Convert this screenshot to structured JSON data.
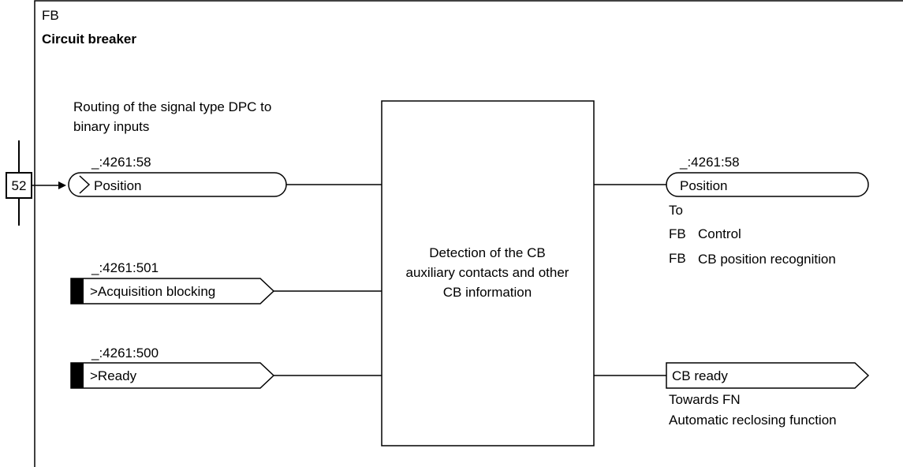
{
  "frame": {
    "kind": "FB",
    "title": "Circuit breaker"
  },
  "routing_note": {
    "line1": "Routing of the signal type DPC to",
    "line2": "binary inputs"
  },
  "device_number": "52",
  "inputs": {
    "position": {
      "address": "_:4261:58",
      "label": "Position"
    },
    "acquisition_blocking": {
      "address": "_:4261:501",
      "label": ">Acquisition blocking"
    },
    "ready": {
      "address": "_:4261:500",
      "label": ">Ready"
    }
  },
  "function_block": {
    "line1": "Detection of the CB",
    "line2": "auxiliary contacts and other",
    "line3": "CB information"
  },
  "outputs": {
    "position": {
      "address": "_:4261:58",
      "label": "Position",
      "to_label": "To",
      "targets": [
        {
          "prefix": "FB",
          "name": "Control"
        },
        {
          "prefix": "FB",
          "name": "CB position recognition"
        }
      ]
    },
    "cb_ready": {
      "label": "CB ready",
      "note_line1": "Towards FN",
      "note_line2": "Automatic reclosing function"
    }
  },
  "colors": {
    "line": "#000000",
    "background": "#ffffff",
    "marker": "#000000"
  }
}
